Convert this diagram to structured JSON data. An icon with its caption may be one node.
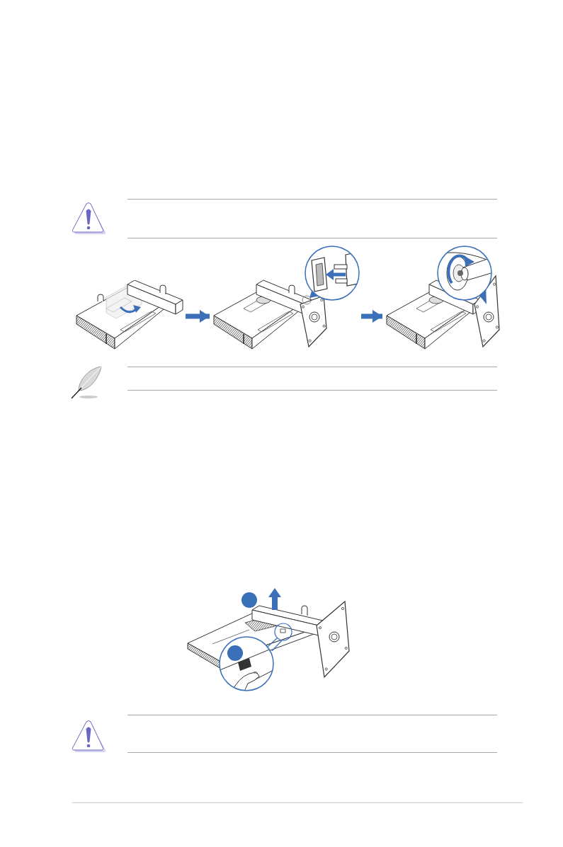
{
  "diagram": {
    "nodes": [
      {
        "text": [],
        "shape": "picture"
      },
      {
        "text": [],
        "shape": "picture"
      },
      {
        "text": [],
        "shape": "picture"
      },
      {
        "text": [],
        "shape": "picture"
      }
    ],
    "edges": [
      {
        "from": 0,
        "to": 1,
        "arrow": "to"
      },
      {
        "from": 1,
        "to": 2,
        "arrow": "to"
      }
    ]
  }
}
